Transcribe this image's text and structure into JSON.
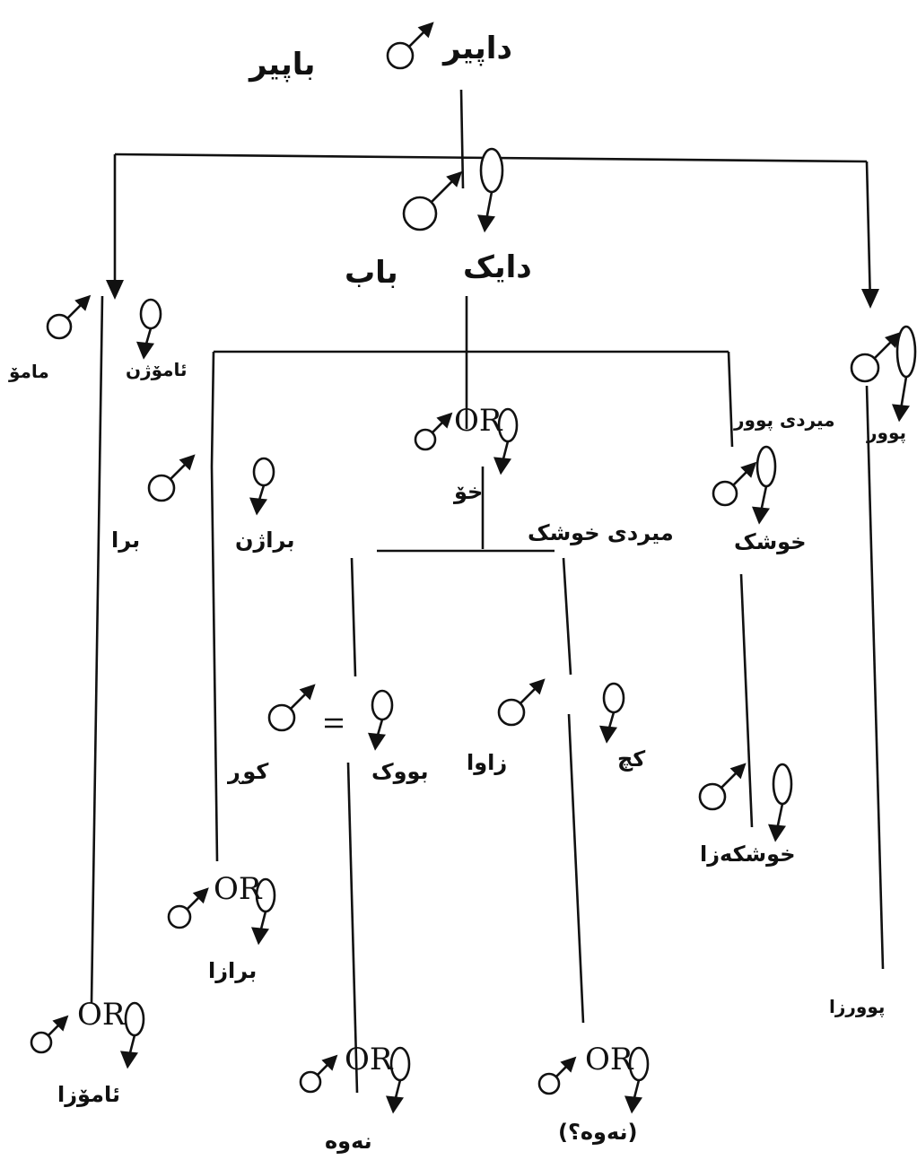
{
  "labels": {
    "grandmother": "داپیر",
    "grandfather": "باپیر",
    "mother": "دایک",
    "father": "باب",
    "paternal_uncle": "مامۆ",
    "uncle_wife": "ئامۆژن",
    "aunt": "پوور",
    "aunt_husband": "میردی پوور",
    "self": "خۆ",
    "brother": "برا",
    "brother_wife": "براژن",
    "sister": "خوشک",
    "sister_husband": "میردی خوشک",
    "son": "کوڕ",
    "daughter_in_law": "بووک",
    "son_in_law": "زاوا",
    "daughter": "کچ",
    "sister_child": "خوشکەزا",
    "brother_child": "برازا",
    "uncle_child": "ئامۆزا",
    "aunt_child": "پوورزا",
    "grandchild": "نەوە",
    "grandchild_q": "(نەوە؟)",
    "or_text": "OR"
  },
  "colors": {
    "ink": "#111111",
    "background": "#ffffff"
  },
  "icons": [
    "male-symbol-icon",
    "female-symbol-icon",
    "arrow-head-icon"
  ]
}
